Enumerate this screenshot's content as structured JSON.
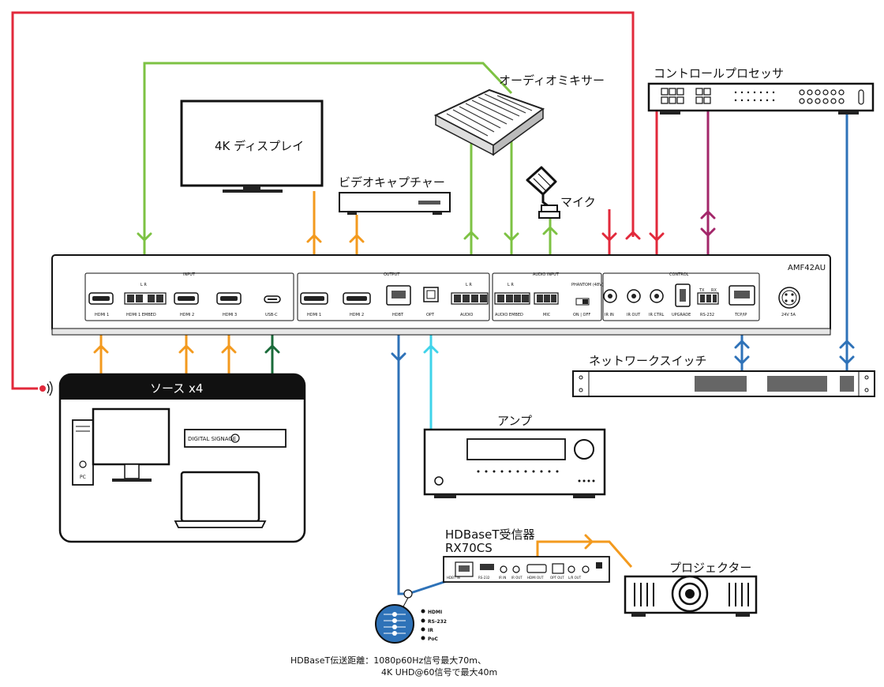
{
  "labels": {
    "display": "4K ディスプレイ",
    "mixer": "オーディオミキサー",
    "controller": "コントロールプロセッサ",
    "capture": "ビデオキャプチャー",
    "mic": "マイク",
    "device": "AMF42AU",
    "switch": "ネットワークスイッチ",
    "sources": "ソース x4",
    "amp": "アンプ",
    "receiver_line1": "HDBaseT受信器",
    "receiver_line2": "RX70CS",
    "projector": "プロジェクター",
    "note_line1": "HDBaseT伝送距離：1080p60Hz信号最大70m、",
    "note_line2": "4K UHD@60信号で最大40m",
    "signage": "DIGITAL SIGNAGE",
    "pc": "PC"
  },
  "panel": {
    "sections": [
      "INPUT",
      "OUTPUT",
      "AUDIO INPUT",
      "CONTROL"
    ],
    "ports": {
      "hdmi1": "HDMI 1",
      "hdmi1_embed": "HDMI 1 EMBED",
      "hdmi2": "HDMI 2",
      "hdmi3": "HDMI 3",
      "usbc": "USB-C",
      "out_hdmi1": "HDMI 1",
      "out_hdmi2": "HDMI 2",
      "hdbt": "HDBT",
      "opt": "OPT",
      "audio": "AUDIO",
      "audio_embed": "AUDIO EMBED",
      "mic": "MIC",
      "phantom": "PHANTOM (48V)",
      "onoff": "ON | OFF",
      "ir_in": "IR IN",
      "ir_out": "IR OUT",
      "ir_ctrl": "IR CTRL",
      "upgrade": "UPGRADE",
      "rs232": "RS-232",
      "tcpip": "TCP/IP",
      "power": "24V 5A",
      "lr": "L  R",
      "tx": "TX",
      "rx": "RX"
    }
  },
  "receiver_ports": [
    "HDBT IN",
    "RS-232",
    "IR IN",
    "IR OUT",
    "HDMI OUT",
    "OPT OUT",
    "L/R OUT"
  ],
  "legend": [
    "HDMI",
    "RS-232",
    "IR",
    "PoC"
  ],
  "colors": {
    "hdmi": "#f39a1e",
    "audio": "#7dc243",
    "ir": "#e2293b",
    "rs232": "#a3276a",
    "network": "#2e72b8",
    "hdbt": "#2e72b8",
    "usbc": "#1a6b3a",
    "optical": "#3fd3ea"
  }
}
